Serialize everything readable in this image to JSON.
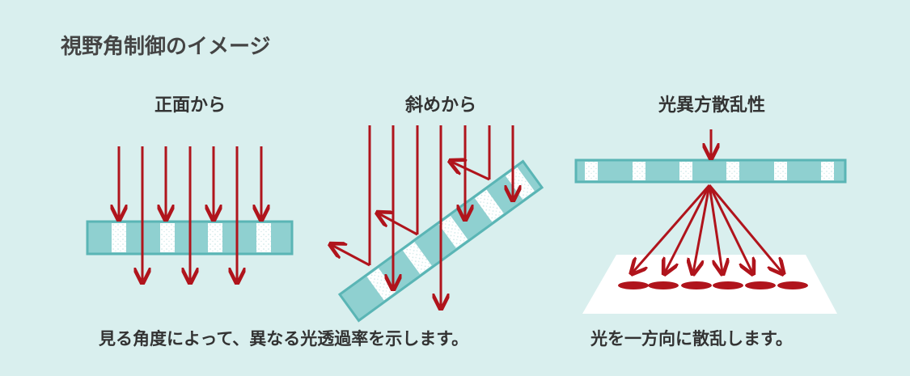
{
  "title": "視野角制御のイメージ",
  "panels": {
    "front": {
      "label": "正面から"
    },
    "oblique": {
      "label": "斜めから"
    },
    "scatter": {
      "label": "光異方散乱性"
    }
  },
  "captions": {
    "left": "見る角度によって、異なる光透過率を示します。",
    "right": "光を一方向に散乱します。"
  },
  "colors": {
    "background": "#d9efee",
    "film": "#8fd0d0",
    "film_border": "#5ab5b5",
    "arrow": "#b0141c",
    "screen": "#ffffff",
    "text": "#333333"
  }
}
